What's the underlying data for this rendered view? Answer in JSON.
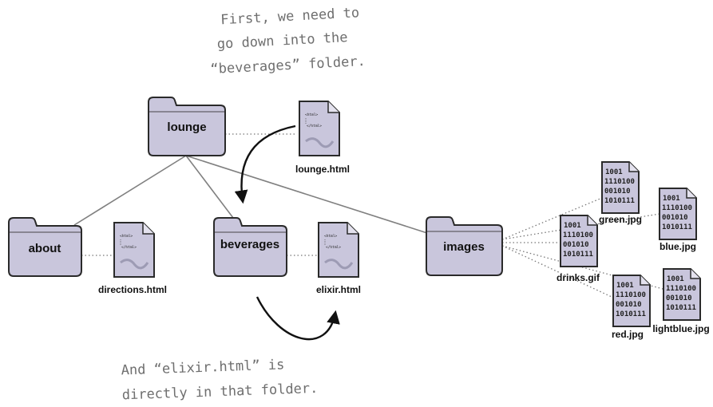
{
  "annotations": {
    "top": [
      "First, we need to",
      "go down into the",
      "“beverages” folder."
    ],
    "bottom": [
      "And “elixir.html” is",
      "directly in that folder."
    ]
  },
  "folders": {
    "lounge": "lounge",
    "about": "about",
    "beverages": "beverages",
    "images": "images"
  },
  "html_files": {
    "lounge_html": "lounge.html",
    "directions_html": "directions.html",
    "elixir_html": "elixir.html"
  },
  "image_files": {
    "green": "green.jpg",
    "blue": "blue.jpg",
    "drinks": "drinks.gif",
    "red": "red.jpg",
    "lightblue": "lightblue.jpg"
  },
  "file_icon_text": {
    "html_open": "<html>",
    "html_close": "</html>",
    "binary": [
      "1001",
      "1110100",
      "001010",
      "1010111"
    ]
  },
  "colors": {
    "folder_fill": "#c9c6dc",
    "folder_stroke": "#2a2a2a",
    "connector": "#808080",
    "arrow": "#111111",
    "annotation_text": "#6f6f6f"
  }
}
